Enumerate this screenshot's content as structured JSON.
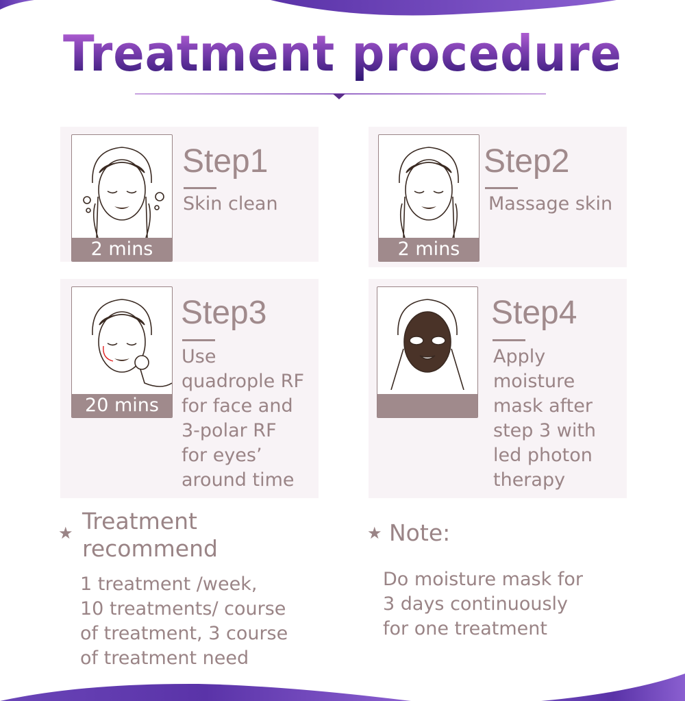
{
  "header": {
    "title": "Treatment procedure"
  },
  "colors": {
    "title_gradient_top": "#c56be0",
    "title_gradient_bottom": "#2b1470",
    "accent_purple": "#6a45b8",
    "card_bg": "#f8f3f6",
    "text_mauve": "#9a8486",
    "badge_bg": "#a08a8c"
  },
  "steps": [
    {
      "title": "Step1",
      "description": "Skin clean",
      "duration": "2 mins",
      "icon": "face-washing-icon"
    },
    {
      "title": "Step2",
      "description": "Massage skin",
      "duration": "2 mins",
      "icon": "face-massage-icon"
    },
    {
      "title": "Step3",
      "description": "Use\nquadrople RF\nfor face and\n3-polar RF\nfor eyes’\naround time",
      "duration": "20 mins",
      "icon": "rf-device-icon"
    },
    {
      "title": "Step4",
      "description": "Apply\nmoisture\nmask after\nstep 3 with\nled photon\ntherapy",
      "duration": "",
      "icon": "face-mask-icon"
    }
  ],
  "recommend": {
    "heading": "Treatment\nrecommend",
    "body": "1 treatment /week,\n10 treatments/ course\nof treatment, 3 course\nof treatment need",
    "icon": "star-icon"
  },
  "note": {
    "heading": "Note:",
    "body": "Do moisture mask for\n3 days continuously\nfor one treatment",
    "icon": "star-icon"
  }
}
